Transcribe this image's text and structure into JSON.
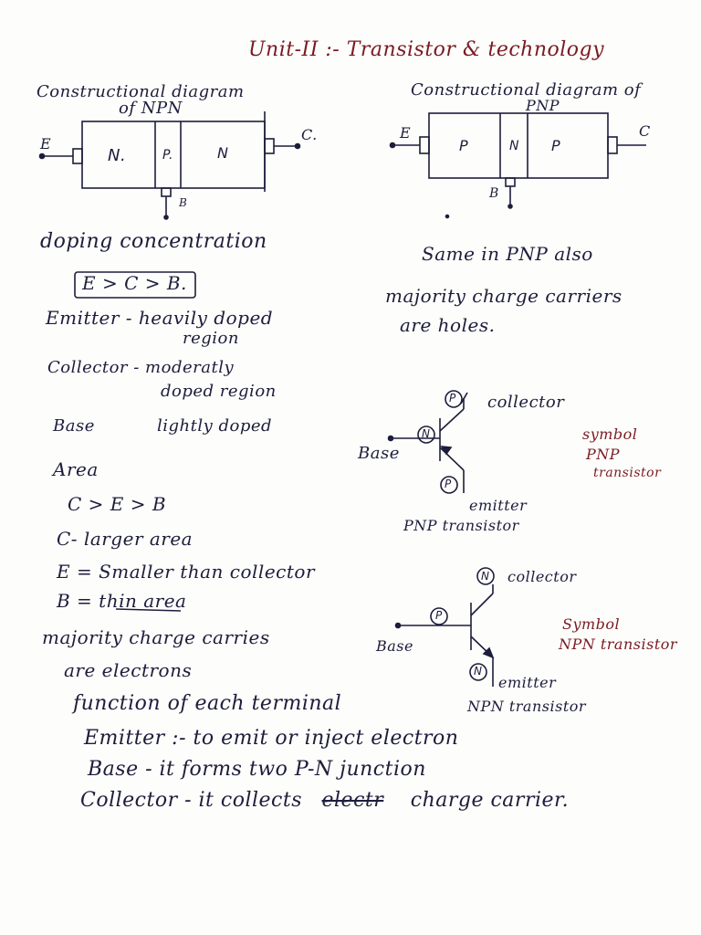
{
  "title": "Unit-II :- Transistor & technology",
  "npn": {
    "heading": "Constructional diagram",
    "heading2": "of NPN",
    "E": "E",
    "C": "C.",
    "B": "B",
    "regions": [
      "N.",
      "P.",
      "N"
    ]
  },
  "pnp": {
    "heading": "Constructional diagram of",
    "heading2": "PNP",
    "E": "E",
    "C": "C",
    "B": "B",
    "regions": [
      "P",
      "N",
      "P"
    ]
  },
  "left": {
    "doping": "doping concentration",
    "order": "E > C > B.",
    "emitter": "Emitter - heavily doped",
    "emitter2": "region",
    "collector": "Collector - moderatly",
    "collector2": "doped region",
    "base_label": "Base",
    "base_value": "lightly doped",
    "area": "Area",
    "area_order": "C > E > B",
    "c_line": "C- larger area",
    "e_line": "E = Smaller than collector",
    "b_line": "B = thin area",
    "majority": "majority charge carries",
    "majority2": "are electrons"
  },
  "right": {
    "same": "Same in PNP also",
    "majority": "majority charge carriers",
    "majority2": "are holes."
  },
  "pnp_symbol": {
    "collector": "collector",
    "base": "Base",
    "emitter": "emitter",
    "caption": "PNP transistor",
    "side1": "symbol",
    "side2": "PNP",
    "side3": "transistor",
    "tag_p": "P",
    "tag_n": "N",
    "tag_p2": "P"
  },
  "npn_symbol": {
    "collector": "collector",
    "base": "Base",
    "emitter": "emitter",
    "caption": "NPN transistor",
    "side1": "Symbol",
    "side2": "NPN transistor",
    "tag_n": "N",
    "tag_p": "P",
    "tag_n2": "N"
  },
  "function": {
    "heading": "function of each terminal",
    "emitter": "Emitter :- to emit or inject electron",
    "base": "Base - it forms two P-N junction",
    "collector_a": "Collector - it collects",
    "collector_strike": "electr",
    "collector_b": "charge carrier."
  },
  "colors": {
    "ink": "#1d1d3c",
    "title": "#7a1a22",
    "paper": "#fdfdfb"
  }
}
